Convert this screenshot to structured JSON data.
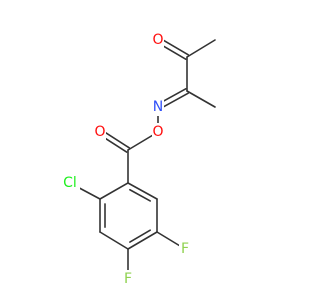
{
  "molecule": {
    "colors": {
      "carbon_bond": "#333333",
      "O": "#ff0d0d",
      "N": "#3050f8",
      "F": "#8fd14f",
      "Cl": "#1ff01f"
    },
    "atoms": [
      {
        "id": "o_ketone",
        "element": "O",
        "label": "O"
      },
      {
        "id": "n_oxime",
        "element": "N",
        "label": "N"
      },
      {
        "id": "o_ester",
        "element": "O",
        "label": "O"
      },
      {
        "id": "o_carbonyl",
        "element": "O",
        "label": "O"
      },
      {
        "id": "cl",
        "element": "Cl",
        "label": "Cl"
      },
      {
        "id": "f_5",
        "element": "F",
        "label": "F"
      },
      {
        "id": "f_4",
        "element": "F",
        "label": "F"
      }
    ]
  }
}
